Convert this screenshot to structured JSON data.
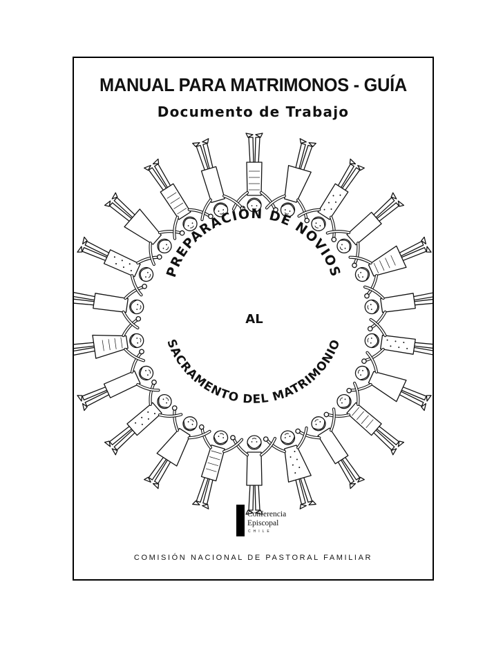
{
  "cover": {
    "title": "MANUAL PARA MATRIMONOS - GUÍA",
    "subtitle": "Documento de Trabajo",
    "ring_top_text": "PREPARACIÓN DE NOVIOS",
    "ring_middle_text": "AL",
    "ring_bottom_text": "SACRAMENTO DEL MATRIMONIO",
    "logo_line1": "Conferencia",
    "logo_line2": "Episcopal",
    "logo_line3": "CHILE",
    "commission": "COMISIÓN NACIONAL DE PASTORAL FAMILIAR"
  },
  "illustration": {
    "subject": "circle-of-people-holding-hands",
    "figure_count": 22,
    "line_color": "#111111",
    "fill_color": "#ffffff"
  }
}
